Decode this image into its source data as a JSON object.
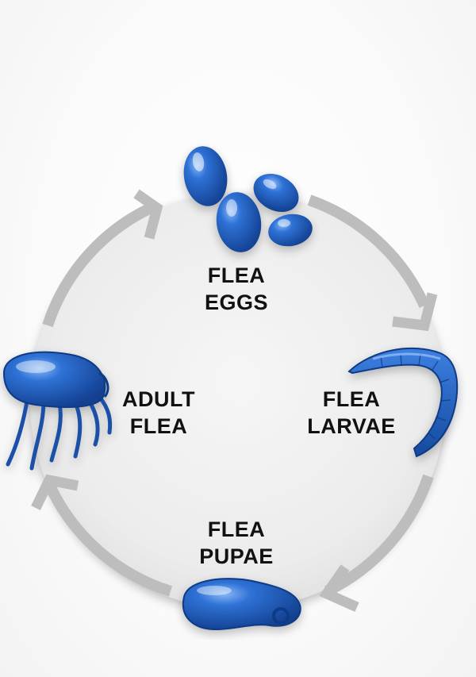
{
  "stages": {
    "eggs": {
      "line1": "FLEA",
      "line2": "EGGS"
    },
    "larvae": {
      "line1": "FLEA",
      "line2": "LARVAE"
    },
    "pupae": {
      "line1": "FLEA",
      "line2": "PUPAE"
    },
    "adult": {
      "line1": "ADULT",
      "line2": "FLEA"
    }
  },
  "icons": {
    "eggs": "flea-eggs-icon",
    "larvae": "flea-larva-icon",
    "pupae": "flea-pupa-icon",
    "adult": "adult-flea-icon"
  },
  "colors": {
    "organism_blue": "#1f5fc0",
    "organism_highlight": "#7fb0f5",
    "arrow_gray": "#bdbdbd",
    "disc": "#eeeeee",
    "text": "#111111"
  }
}
